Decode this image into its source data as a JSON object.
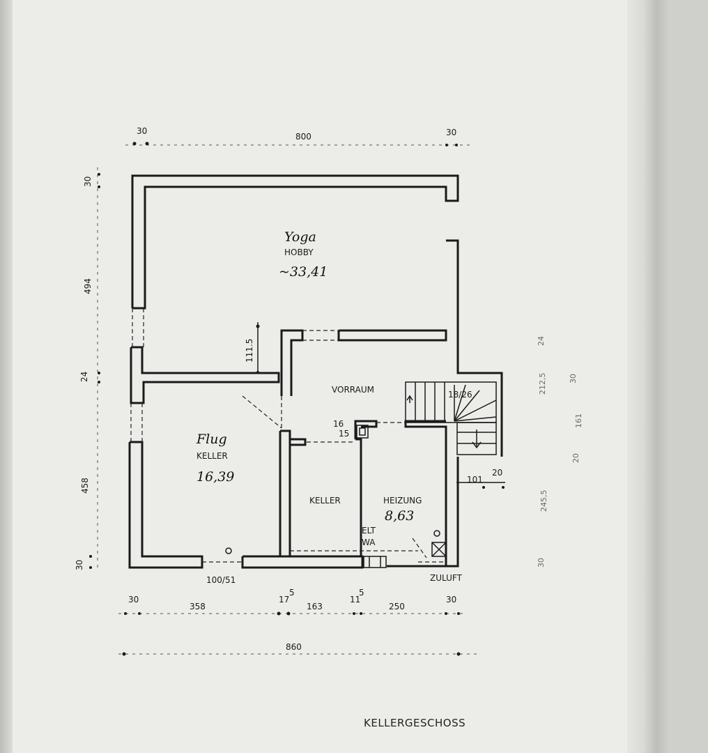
{
  "title": "KELLERGESCHOSS",
  "rooms": {
    "hobby": {
      "handwritten": "Yoga",
      "name": "HOBBY",
      "area": "~33,41"
    },
    "keller_large": {
      "handwritten": "Flug",
      "name": "KELLER",
      "area": "16,39"
    },
    "keller_small": {
      "name": "KELLER"
    },
    "heizung": {
      "name": "HEIZUNG",
      "area": "8,63"
    },
    "vorraum": {
      "name": "VORRAUM"
    }
  },
  "labels": {
    "elt": "ELT",
    "wa": "WA",
    "zuluft": "ZULUFT",
    "window": "100/51",
    "stair_top": "18/26",
    "step_a": "16",
    "step_b": "15"
  },
  "dimensions": {
    "top_left": "30",
    "top_total": "800",
    "top_right": "30",
    "left_top": "30",
    "left_hobby": "494",
    "left_mid": "24",
    "left_keller": "458",
    "left_bottom": "30",
    "inner_wall": "111.5",
    "stair_width": "101",
    "stair_side": "20",
    "bottom_a": "30",
    "bottom_b": "358",
    "bottom_c": "17",
    "bottom_c_sup": "5",
    "bottom_d": "163",
    "bottom_e": "11",
    "bottom_e_sup": "5",
    "bottom_f": "250",
    "bottom_g": "30",
    "bottom_total": "860"
  },
  "right_faint": {
    "r1": "24",
    "r2": "212,5",
    "r3": "30",
    "r4": "161",
    "r5": "20",
    "r6": "245,5",
    "r7": "30"
  },
  "colors": {
    "paper": "#ecece9",
    "ink": "#1a1a1a"
  }
}
